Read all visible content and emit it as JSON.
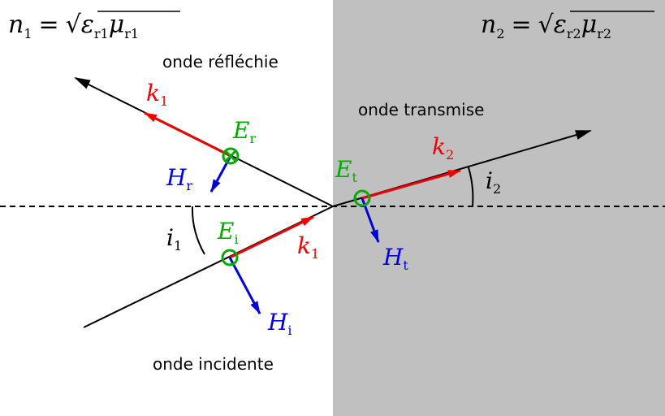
{
  "colors": {
    "medium2": "#c0c0c0",
    "k": "#ee0000",
    "E": "#00aa00",
    "H": "#0000dd"
  },
  "medium1": {
    "n": "n",
    "n_sub": "1",
    "eq": "=",
    "sqrt": "√",
    "eps": "ε",
    "eps_sub": "r1",
    "mu": "μ",
    "mu_sub": "r1"
  },
  "medium2": {
    "n": "n",
    "n_sub": "2",
    "eq": "=",
    "sqrt": "√",
    "eps": "ε",
    "eps_sub": "r2",
    "mu": "μ",
    "mu_sub": "r2"
  },
  "labels": {
    "reflected": "onde réfléchie",
    "transmitted": "onde transmise",
    "incident": "onde incidente"
  },
  "vectors": {
    "k_r": {
      "main": "k",
      "sub": "1"
    },
    "E_r": {
      "main": "E",
      "sub": "r"
    },
    "H_r": {
      "main": "H",
      "sub": "r"
    },
    "E_i": {
      "main": "E",
      "sub": "i"
    },
    "k_i": {
      "main": "k",
      "sub": "1"
    },
    "H_i": {
      "main": "H",
      "sub": "i"
    },
    "E_t": {
      "main": "E",
      "sub": "t"
    },
    "k_t": {
      "main": "k",
      "sub": "2"
    },
    "H_t": {
      "main": "H",
      "sub": "t"
    }
  },
  "angles": {
    "i1": {
      "main": "i",
      "sub": "1"
    },
    "i2": {
      "main": "i",
      "sub": "2"
    }
  }
}
